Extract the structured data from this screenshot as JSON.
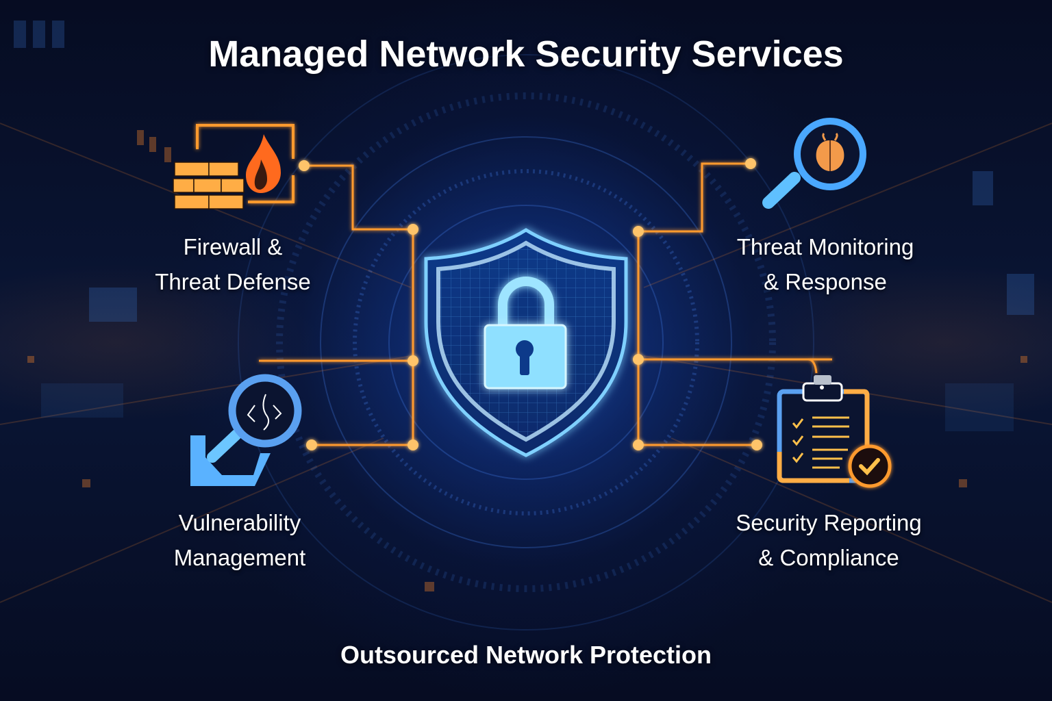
{
  "header": {
    "title": "Managed Network Security Services"
  },
  "center": {
    "icon": "shield-lock-icon"
  },
  "services": [
    {
      "line1": "Firewall &",
      "line2": "Threat Defense",
      "icon": "firewall-flame-icon"
    },
    {
      "line1": "Threat Monitoring",
      "line2": "& Response",
      "icon": "magnifier-bug-icon"
    },
    {
      "line1": "Vulnerability",
      "line2": "Management",
      "icon": "magnifier-code-icon"
    },
    {
      "line1": "Security Reporting",
      "line2": "& Compliance",
      "icon": "clipboard-check-icon"
    }
  ],
  "footer": {
    "subtitle": "Outsourced Network Protection"
  },
  "colors": {
    "accent_orange": "#ff9a2e",
    "accent_blue": "#4aa8ff",
    "background": "#060c22",
    "text": "#ffffff"
  }
}
